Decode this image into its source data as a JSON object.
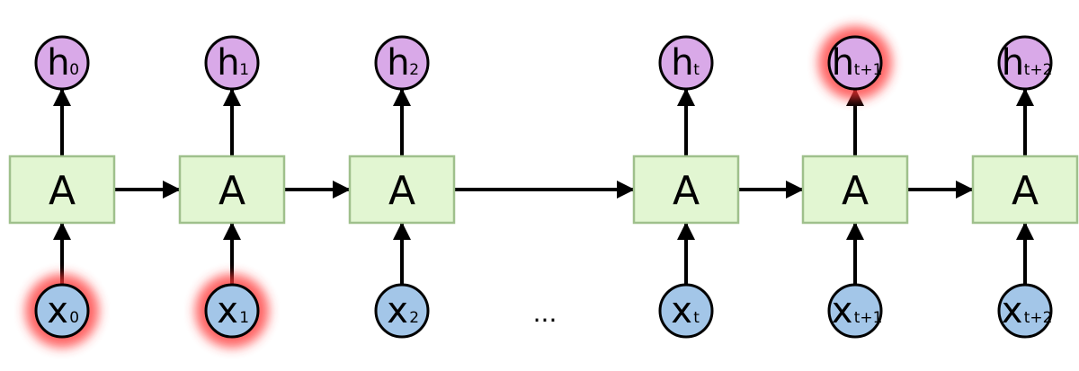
{
  "diagram": {
    "units": [
      {
        "cell": "A",
        "h": "h",
        "h_sub": "0",
        "x": "x",
        "x_sub": "0",
        "h_glow": false,
        "x_glow": true
      },
      {
        "cell": "A",
        "h": "h",
        "h_sub": "1",
        "x": "x",
        "x_sub": "1",
        "h_glow": false,
        "x_glow": true
      },
      {
        "cell": "A",
        "h": "h",
        "h_sub": "2",
        "x": "x",
        "x_sub": "2",
        "h_glow": false,
        "x_glow": false
      },
      {
        "cell": "A",
        "h": "h",
        "h_sub": "t",
        "x": "x",
        "x_sub": "t",
        "h_glow": false,
        "x_glow": false
      },
      {
        "cell": "A",
        "h": "h",
        "h_sub": "t+1",
        "x": "x",
        "x_sub": "t+1",
        "h_glow": true,
        "x_glow": false
      },
      {
        "cell": "A",
        "h": "h",
        "h_sub": "t+2",
        "x": "x",
        "x_sub": "t+2",
        "h_glow": false,
        "x_glow": false
      }
    ],
    "ellipsis": "...",
    "colors": {
      "cell_fill": "#e2f6d2",
      "cell_stroke": "#9fc08c",
      "h_fill": "#d9a9e8",
      "x_fill": "#a3c6e8",
      "glow": "#ff3030",
      "line": "#000000"
    }
  }
}
